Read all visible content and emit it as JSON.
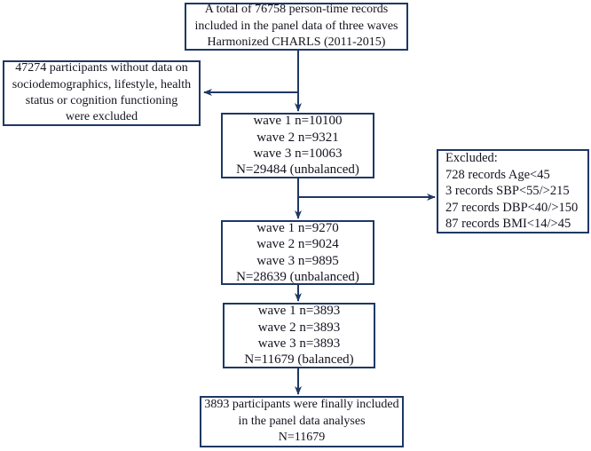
{
  "diagram": {
    "description": "Participant selection flowchart, Harmonized CHARLS panel data",
    "colors": {
      "box_border": "#1f3864",
      "arrow": "#1f3864",
      "text": "#141420",
      "background": "#ffffff"
    },
    "boxes": {
      "total": {
        "lines": [
          "A total of 76758 person-time records",
          "included in the panel data of three waves",
          "Harmonized CHARLS (2011-2015)"
        ]
      },
      "left_excluded": {
        "lines": [
          "47274 participants without data on",
          "sociodemographics, lifestyle, health",
          "status or cognition functioning",
          "were excluded"
        ]
      },
      "wave_unbalanced_first": {
        "lines": [
          "wave 1 n=10100",
          "wave 2 n=9321",
          "wave 3 n=10063",
          "N=29484 (unbalanced)"
        ]
      },
      "right_excluded": {
        "lines": [
          "Excluded:",
          "728 records Age<45",
          "3 records SBP<55/>215",
          "27 records DBP<40/>150",
          "87 records BMI<14/>45"
        ]
      },
      "wave_unbalanced_second": {
        "lines": [
          "wave 1 n=9270",
          "wave 2 n=9024",
          "wave 3 n=9895",
          "N=28639 (unbalanced)"
        ]
      },
      "wave_balanced": {
        "lines": [
          "wave 1 n=3893",
          "wave 2 n=3893",
          "wave 3 n=3893",
          "N=11679 (balanced)"
        ]
      },
      "final": {
        "lines": [
          "3893 participants were finally included",
          "in the panel data analyses",
          "N=11679"
        ]
      }
    }
  }
}
